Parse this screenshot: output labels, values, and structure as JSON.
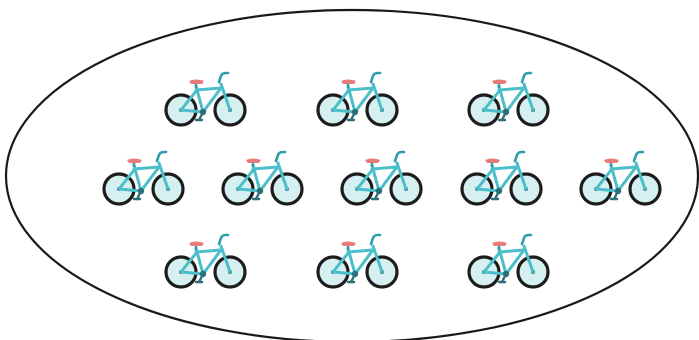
{
  "scene": {
    "description_visible_text": "",
    "container_shape": "ellipse",
    "icon": "bicycle-icon",
    "rows": [
      {
        "count": 3
      },
      {
        "count": 5
      },
      {
        "count": 3
      }
    ],
    "total_count": 11,
    "colors": {
      "outline": "#1a1a1a",
      "frame": "#4bbfc9",
      "frame_dark": "#2a9eaa",
      "wheel": "#1c1c1c",
      "wheel_fill": "#d6f0f2",
      "seat": "#e97a7a",
      "crank": "#2b6f7a"
    }
  }
}
